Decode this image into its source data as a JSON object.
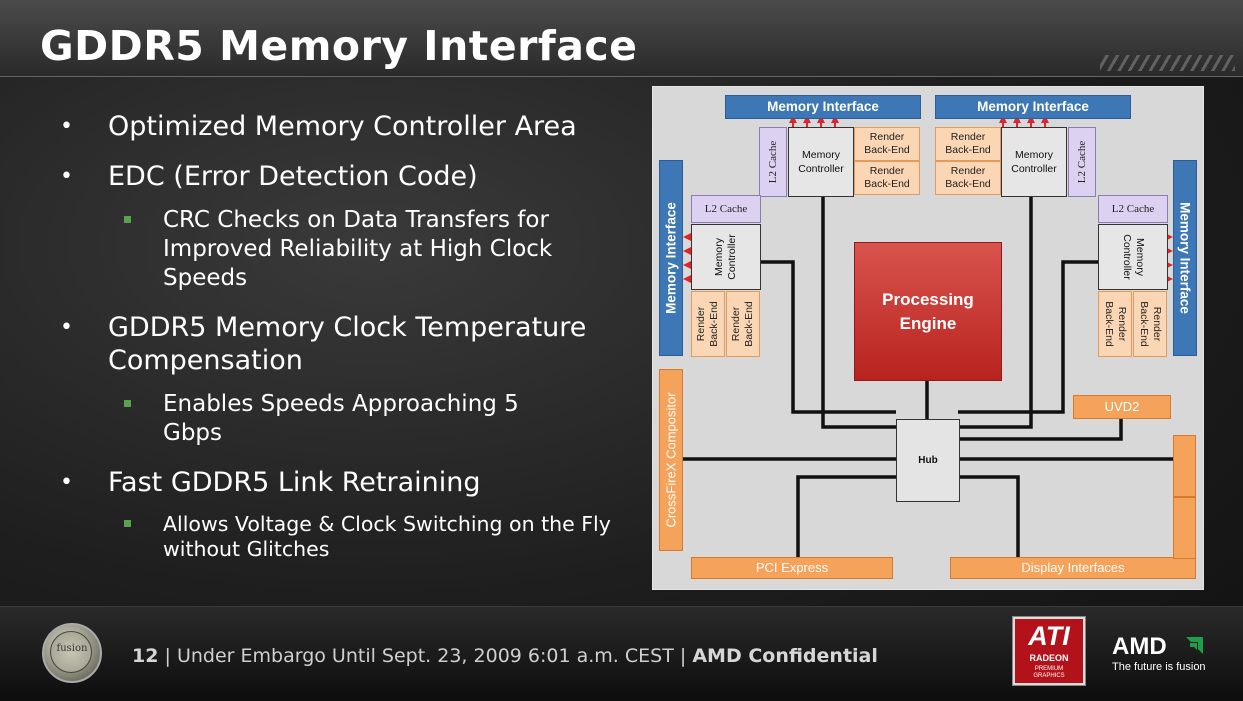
{
  "slide": {
    "title": "GDDR5 Memory Interface"
  },
  "bullets": [
    {
      "text": "Optimized Memory Controller Area"
    },
    {
      "text": "EDC (Error Detection Code)"
    },
    {
      "text": "CRC Checks on Data Transfers for Improved Reliability at High Clock Speeds"
    },
    {
      "text": "GDDR5 Memory Clock Temperature Compensation"
    },
    {
      "text": "Enables Speeds Approaching 5 Gbps"
    },
    {
      "text": "Fast GDDR5 Link Retraining"
    },
    {
      "text": "Allows Voltage & Clock Switching on the Fly without Glitches"
    }
  ],
  "diagram": {
    "memory_interface": "Memory Interface",
    "l2_cache": "L2 Cache",
    "memory_controller": "Memory Controller",
    "render_backend": "Render Back-End",
    "processing_engine": "Processing Engine",
    "hub": "Hub",
    "uvd2": "UVD2",
    "crossfirex": "CrossFireX Compositor",
    "pci_express": "PCI Express",
    "display_interfaces": "Display Interfaces",
    "colors": {
      "memory_interface": "#3d77b5",
      "l2_cache": "#dcd1f1",
      "render_backend": "#fbd6b4",
      "processing_engine": "#c9302c",
      "io_blocks": "#f5a25a",
      "arrows": "#e0242a"
    }
  },
  "footer": {
    "page_number": "12",
    "separator": "|",
    "embargo": "Under Embargo Until Sept. 23, 2009 6:01 a.m. CEST",
    "confidential": "AMD Confidential",
    "fusion_logo_text": "fusion",
    "ati_logo": "ATI",
    "ati_radeon": "RADEON",
    "ati_premium": "PREMIUM",
    "ati_graphics": "GRAPHICS",
    "amd_logo": "AMD",
    "amd_tagline": "The future is fusion"
  }
}
